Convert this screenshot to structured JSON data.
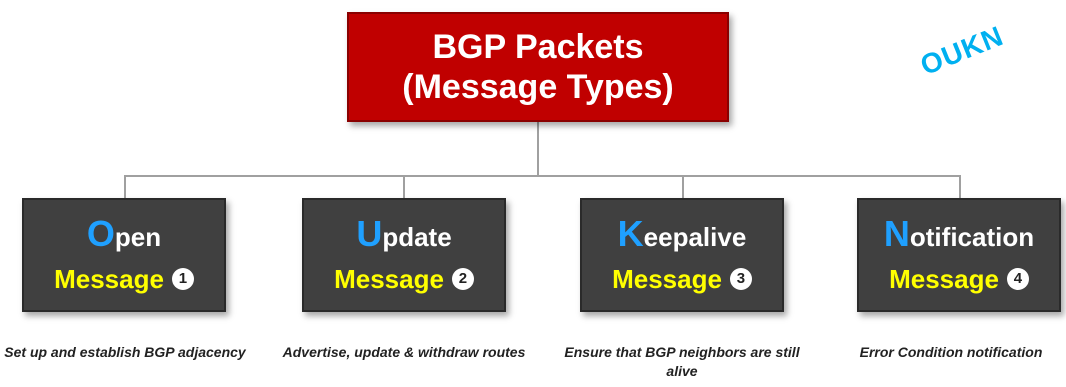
{
  "root": {
    "line1": "BGP Packets",
    "line2": "(Message Types)"
  },
  "watermark": "OUKN",
  "children": [
    {
      "initial": "O",
      "rest": "pen",
      "line2": "Message",
      "number": "1",
      "description": "Set up and establish BGP adjacency"
    },
    {
      "initial": "U",
      "rest": "pdate",
      "line2": "Message",
      "number": "2",
      "description": "Advertise, update & withdraw routes"
    },
    {
      "initial": "K",
      "rest": "eepalive",
      "line2": "Message",
      "number": "3",
      "description": "Ensure that BGP neighbors are still alive"
    },
    {
      "initial": "N",
      "rest": "otification",
      "line2": "Message",
      "number": "4",
      "description": "Error Condition notification"
    }
  ],
  "colors": {
    "root_fill": "#c00000",
    "child_fill": "#404040",
    "initial_color": "#1fa0ff",
    "message_color": "#ffff00",
    "watermark_color": "#00b0f0",
    "connector_color": "#a0a0a0"
  }
}
